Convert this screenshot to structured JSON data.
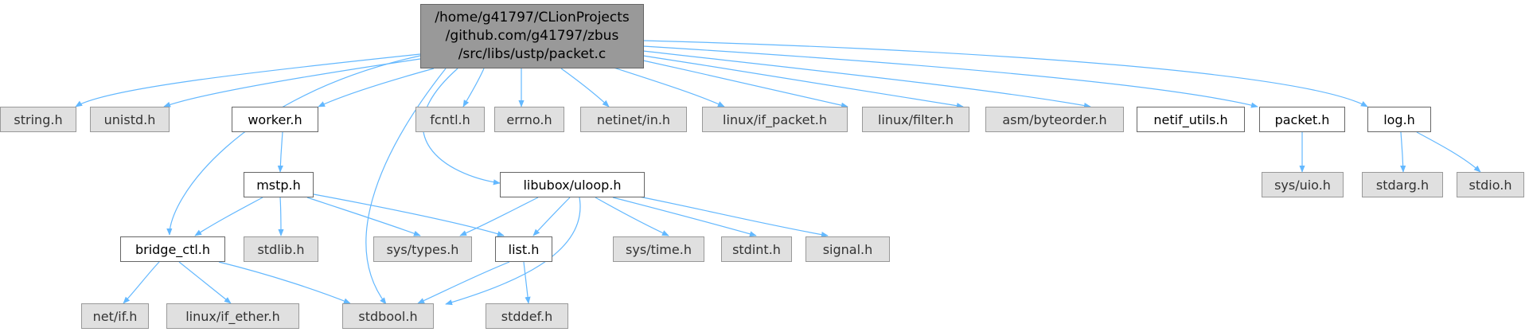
{
  "root": {
    "lines": [
      "/home/g41797/CLionProjects",
      "/github.com/g41797/zbus",
      "/src/libs/ustp/packet.c"
    ]
  },
  "nodes": {
    "string_h": "string.h",
    "unistd_h": "unistd.h",
    "worker_h": "worker.h",
    "fcntl_h": "fcntl.h",
    "errno_h": "errno.h",
    "netinet_in_h": "netinet/in.h",
    "linux_if_packet_h": "linux/if_packet.h",
    "linux_filter_h": "linux/filter.h",
    "asm_byteorder_h": "asm/byteorder.h",
    "netif_utils_h": "netif_utils.h",
    "packet_h": "packet.h",
    "log_h": "log.h",
    "mstp_h": "mstp.h",
    "libubox_uloop_h": "libubox/uloop.h",
    "sys_uio_h": "sys/uio.h",
    "stdarg_h": "stdarg.h",
    "stdio_h": "stdio.h",
    "bridge_ctl_h": "bridge_ctl.h",
    "stdlib_h": "stdlib.h",
    "sys_types_h": "sys/types.h",
    "list_h": "list.h",
    "sys_time_h": "sys/time.h",
    "stdint_h": "stdint.h",
    "signal_h": "signal.h",
    "net_if_h": "net/if.h",
    "linux_if_ether_h": "linux/if_ether.h",
    "stdbool_h": "stdbool.h",
    "stddef_h": "stddef.h"
  },
  "colors": {
    "edge": "#63b8ff",
    "system_fill": "#e0e0e0",
    "system_border": "#999999",
    "root_fill": "#999999"
  }
}
